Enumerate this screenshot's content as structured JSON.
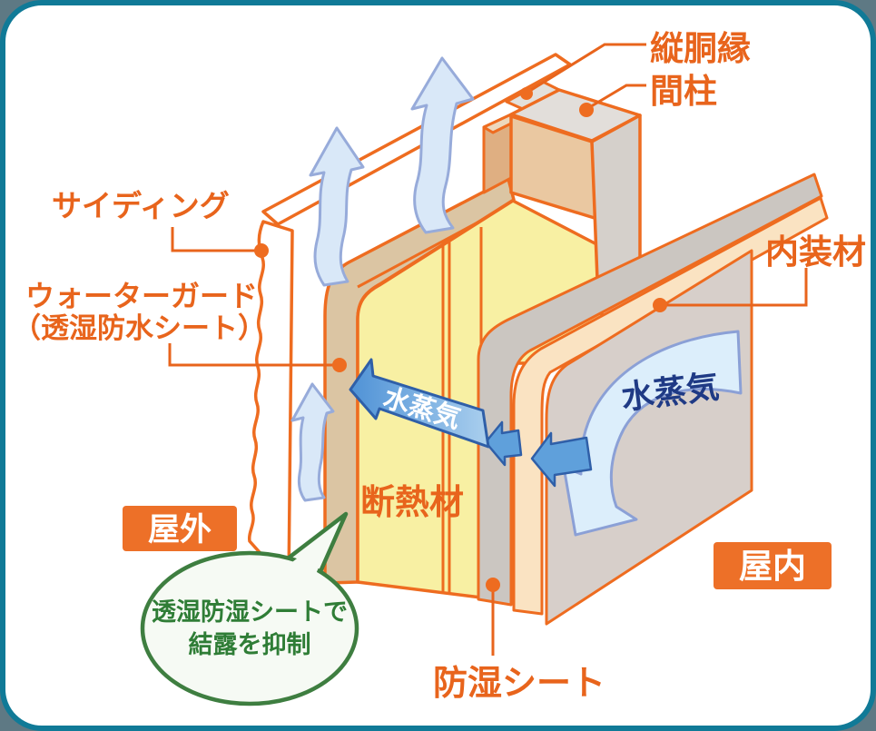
{
  "diagram": {
    "title_hint": "wall-condensation-diagram",
    "labels": {
      "furring": "縦胴縁",
      "stud": "間柱",
      "siding": "サイディング",
      "waterguard1": "ウォーターガード",
      "waterguard2": "（透湿防水シート）",
      "interior": "内装材",
      "insulation": "断熱材",
      "vapor_wall": "水蒸気",
      "vapor_room": "水蒸気",
      "outdoor": "屋外",
      "indoor": "屋内",
      "dampproof": "防湿シート",
      "bubble1": "透湿防湿シートで",
      "bubble2": "結露を抑制"
    },
    "colors": {
      "frame_teal": "#107A97",
      "corner_background": "#5E7984",
      "outline_orange": "#EE6C20",
      "label_orange": "#E8641C",
      "badge_orange": "#ED7028",
      "insulation_yellow": "#F8F0A3",
      "sheet_tan": "#DBC5A3",
      "stud_tan": "#EAC8A1",
      "furring_tan": "#DFAF82",
      "panel_grey": "#D7CFCA",
      "dampproof_grey": "#CBC6C1",
      "board_peach": "#FAE3C2",
      "vapor_blue": "#5B9BD5",
      "vapor_blue_dark": "#2F5FA8",
      "vapor_light_blue": "#D9E8F8",
      "vapor_navy_text": "#1F3A85",
      "bubble_green": "#3E7E40",
      "bubble_background": "#F6FAF4"
    }
  }
}
